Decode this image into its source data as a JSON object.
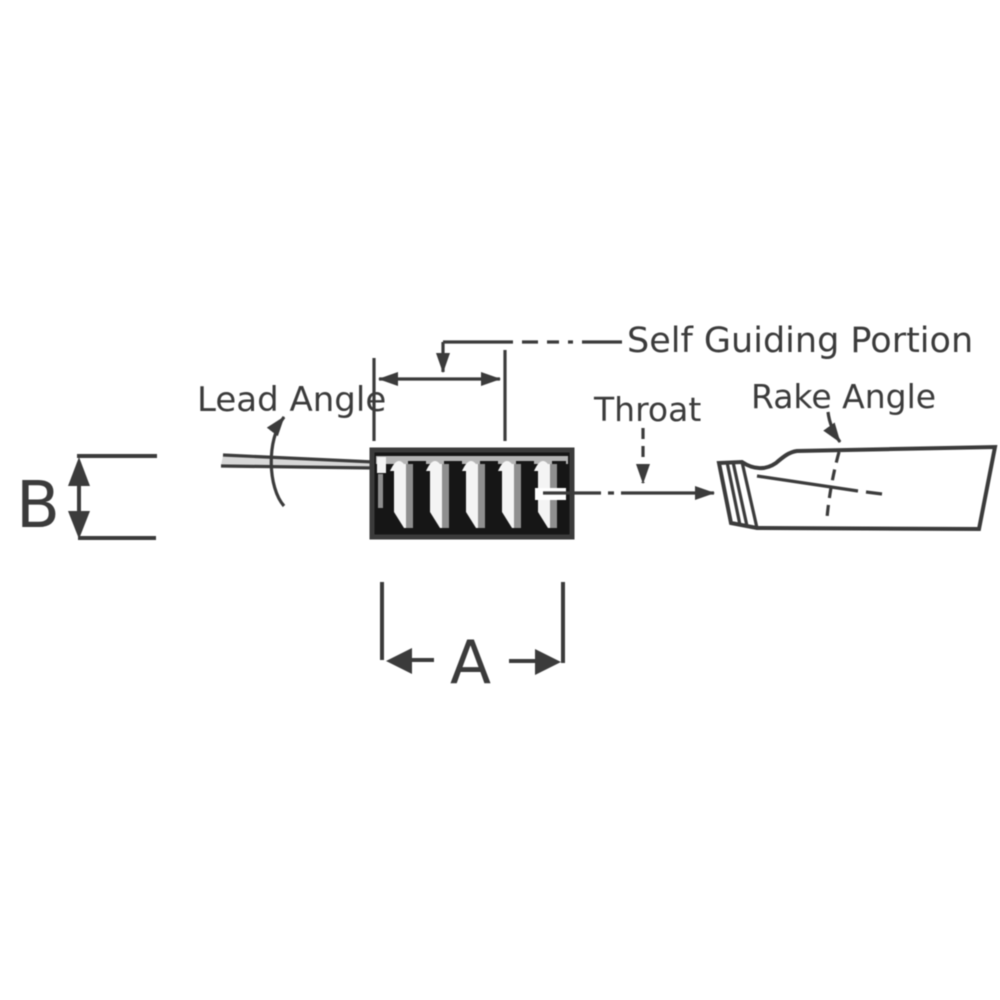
{
  "diagram": {
    "labels": {
      "self_guiding_portion": "Self Guiding Portion",
      "lead_angle": "Lead Angle",
      "throat": "Throat",
      "rake_angle": "Rake Angle",
      "dim_a": "A",
      "dim_b": "B"
    },
    "colors": {
      "ink": "#3b3b3b",
      "background": "#ffffff",
      "tooth_dark": "#161616",
      "tooth_light": "#f4f4f4",
      "tooth_shade": "#8f8f8f",
      "band_gray": "#b5b5b5",
      "wedge_fill": "#d8d8d8"
    }
  }
}
